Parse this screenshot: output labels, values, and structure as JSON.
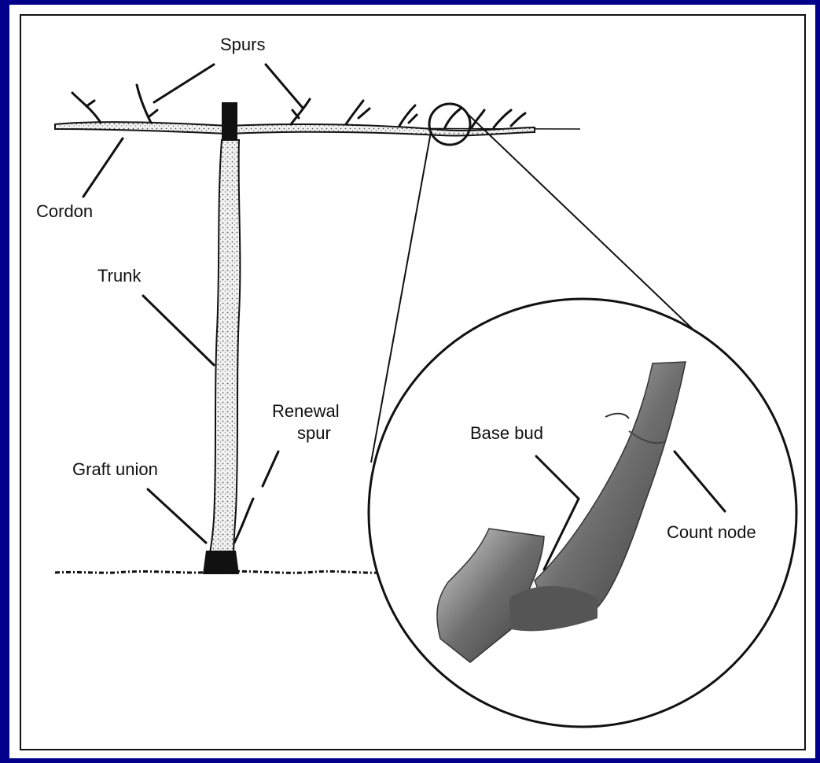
{
  "labels": {
    "spurs": "Spurs",
    "cordon": "Cordon",
    "trunk": "Trunk",
    "renewal_spur_line1": "Renewal",
    "renewal_spur_line2": "spur",
    "graft_union": "Graft union",
    "base_bud": "Base bud",
    "count_node": "Count node"
  },
  "colors": {
    "background": "#00008b",
    "panel": "#ffffff",
    "ink": "#111111"
  }
}
